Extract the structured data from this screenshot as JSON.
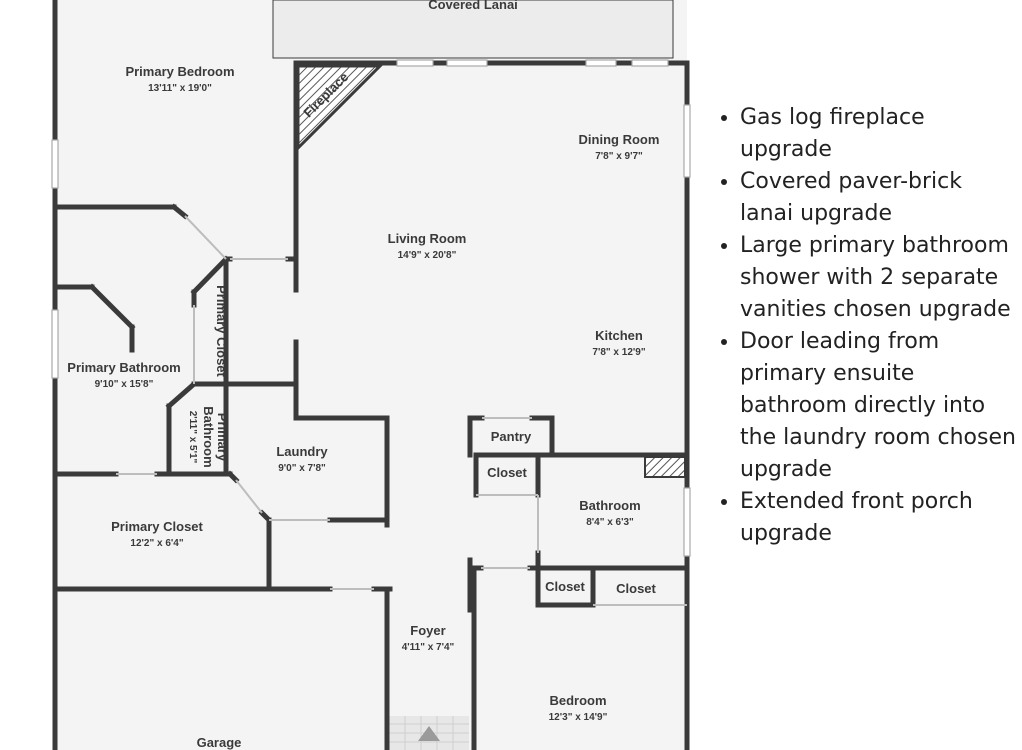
{
  "rooms": {
    "lanai": {
      "name": "Covered Lanai"
    },
    "primary_bedroom": {
      "name": "Primary Bedroom",
      "dims": "13'11\" x 19'0\""
    },
    "fireplace": {
      "name": "Fireplace"
    },
    "dining": {
      "name": "Dining Room",
      "dims": "7'8\" x 9'7\""
    },
    "living": {
      "name": "Living Room",
      "dims": "14'9\" x 20'8\""
    },
    "kitchen": {
      "name": "Kitchen",
      "dims": "7'8\" x 12'9\""
    },
    "primary_closet_upper": {
      "name": "Primary Closet"
    },
    "primary_bathroom": {
      "name": "Primary Bathroom",
      "dims": "9'10\" x 15'8\""
    },
    "primary_bathroom_small": {
      "name_line1": "Primary",
      "name_line2": "Bathroom",
      "dims": "2'11\" x 5'1\""
    },
    "laundry": {
      "name": "Laundry",
      "dims": "9'0\" x 7'8\""
    },
    "pantry": {
      "name": "Pantry"
    },
    "closet_hall": {
      "name": "Closet"
    },
    "bathroom": {
      "name": "Bathroom",
      "dims": "8'4\" x 6'3\""
    },
    "primary_closet_lower": {
      "name": "Primary Closet",
      "dims": "12'2\" x 6'4\""
    },
    "closet_small": {
      "name": "Closet"
    },
    "closet_right": {
      "name": "Closet"
    },
    "foyer": {
      "name": "Foyer",
      "dims": "4'11\" x 7'4\""
    },
    "bedroom": {
      "name": "Bedroom",
      "dims": "12'3\" x 14'9\""
    },
    "garage": {
      "name": "Garage"
    }
  },
  "upgrades": [
    "Gas log fireplace upgrade",
    "Covered paver-brick lanai upgrade",
    "Large primary bathroom shower with 2 separate vanities chosen upgrade",
    "Door leading from primary ensuite bathroom directly into the laundry room chosen upgrade",
    "Extended front porch upgrade"
  ],
  "colors": {
    "wall": "#3a3a3a",
    "floor": "#f4f4f4",
    "lanai": "#ececec",
    "text": "#222222"
  }
}
